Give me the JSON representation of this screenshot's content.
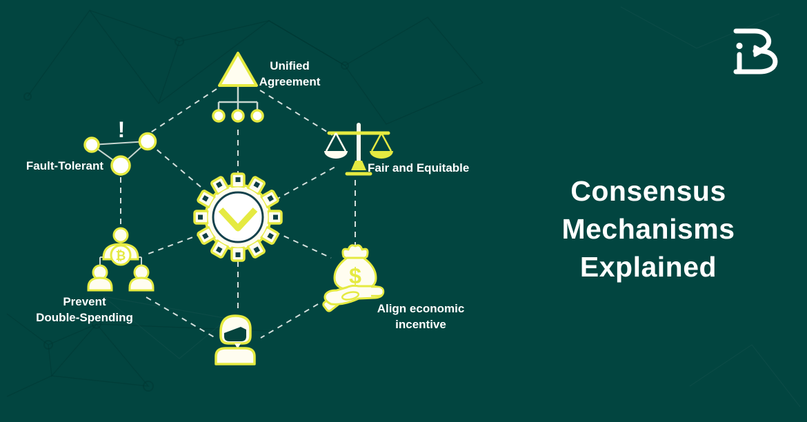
{
  "theme": {
    "background": "#024540",
    "accent": "#e5ea41",
    "icon_fill": "#fffdf0",
    "text": "#ffffff",
    "dashed": "#e6eeea",
    "connector": "#c8d6d0",
    "dark_detail": "#0e3e44",
    "face_cutout": "#05433d"
  },
  "title": {
    "lines": [
      "Consensus",
      "Mechanisms",
      "Explained"
    ]
  },
  "nodes": {
    "unified_agreement": {
      "lines": [
        "Unified",
        "Agreement"
      ]
    },
    "fault_tolerant": {
      "lines": [
        "Fault-Tolerant"
      ],
      "alert_mark": "!"
    },
    "fair_equitable": {
      "lines": [
        "Fair and Equitable"
      ]
    },
    "prevent_double_spending": {
      "lines": [
        "Prevent",
        "Double-Spending"
      ],
      "currency_symbol": "₿"
    },
    "align_economic_incentive": {
      "lines": [
        "Align economic",
        "incentive"
      ],
      "currency_symbol": "$"
    },
    "participant": {
      "lines": []
    }
  },
  "icons": [
    "hierarchy-triangle-icon",
    "network-nodes-alert-icon",
    "balance-scale-icon",
    "gear-checkmark-icon",
    "group-bitcoin-icon",
    "money-bag-hand-icon",
    "person-icon",
    "brand-logo-icon"
  ]
}
